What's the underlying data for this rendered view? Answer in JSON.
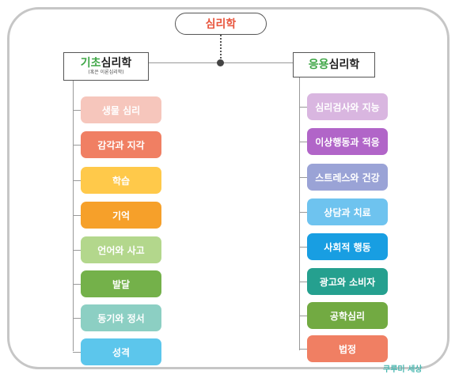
{
  "root": {
    "label": "심리학",
    "color": "#e8553d"
  },
  "basic": {
    "title_accent": "기초",
    "title_rest": "심리학",
    "subtitle": "(혹은 이론심리학)",
    "items": [
      {
        "label": "생물 심리",
        "color": "#f6c6bc"
      },
      {
        "label": "감각과 지각",
        "color": "#f07f63"
      },
      {
        "label": "학습",
        "color": "#ffc94a"
      },
      {
        "label": "기억",
        "color": "#f6a02a"
      },
      {
        "label": "언어와 사고",
        "color": "#b3d78c"
      },
      {
        "label": "발달",
        "color": "#74b14a"
      },
      {
        "label": "동기와 정서",
        "color": "#8ccfc3"
      },
      {
        "label": "성격",
        "color": "#5cc6ec"
      }
    ]
  },
  "applied": {
    "title_accent": "응용",
    "title_rest": "심리학",
    "items": [
      {
        "label": "심리검사와 지능",
        "color": "#d9b6e0"
      },
      {
        "label": "이상행동과 적응",
        "color": "#b165c8"
      },
      {
        "label": "스트레스와 건강",
        "color": "#9aa3d6"
      },
      {
        "label": "상담과 치료",
        "color": "#6ec3ef"
      },
      {
        "label": "사회적 행동",
        "color": "#189ee2"
      },
      {
        "label": "광고와 소비자",
        "color": "#25a08f"
      },
      {
        "label": "공학심리",
        "color": "#72aa42"
      },
      {
        "label": "법정",
        "color": "#f07f63"
      }
    ]
  },
  "brand": "쿠루미 세상"
}
